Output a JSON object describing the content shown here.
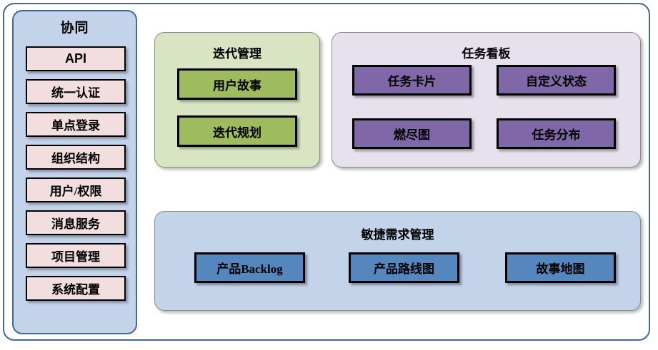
{
  "diagram": {
    "sidebar": {
      "title": "协同",
      "items": [
        {
          "label": "API",
          "style": "sans-bold"
        },
        {
          "label": "统一认证",
          "style": "serif"
        },
        {
          "label": "单点登录",
          "style": "serif"
        },
        {
          "label": "组织结构",
          "style": "serif"
        },
        {
          "label": "用户/权限",
          "style": "serif"
        },
        {
          "label": "消息服务",
          "style": "serif"
        },
        {
          "label": "项目管理",
          "style": "serif"
        },
        {
          "label": "系统配置",
          "style": "serif"
        }
      ],
      "colors": {
        "panel_fill": "#c3d3ea",
        "panel_border": "#41679b",
        "box_fill": "#f2dede"
      }
    },
    "iteration": {
      "title": "迭代管理",
      "items": [
        {
          "label": "用户故事"
        },
        {
          "label": "迭代规划"
        }
      ],
      "colors": {
        "panel_fill": "#d9e5c2",
        "box_fill": "#9ebc5e"
      }
    },
    "taskboard": {
      "title": "任务看板",
      "items": [
        {
          "label": "任务卡片"
        },
        {
          "label": "自定义状态"
        },
        {
          "label": "燃尽图"
        },
        {
          "label": "任务分布"
        }
      ],
      "colors": {
        "panel_fill": "#e7e0ed",
        "box_fill": "#8067a8"
      }
    },
    "agile": {
      "title": "敏捷需求管理",
      "items": [
        {
          "label": "产品Backlog"
        },
        {
          "label": "产品路线图"
        },
        {
          "label": "故事地图"
        }
      ],
      "colors": {
        "panel_fill": "#c3d3ea",
        "box_fill": "#5586bd"
      }
    }
  }
}
